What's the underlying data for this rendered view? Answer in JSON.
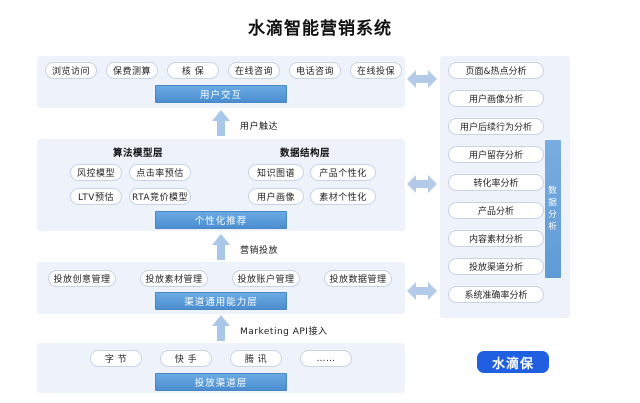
{
  "title": "水滴智能营销系统",
  "layers": [
    {
      "key": "interaction",
      "bar_label": "用户交互",
      "chips": [
        "浏览访问",
        "保费测算",
        "核  保",
        "在线咨询",
        "电话咨询",
        "在线投保"
      ]
    },
    {
      "key": "algorithm",
      "bar_label": "个性化推荐",
      "left_title": "算法模型层",
      "left_chips": [
        "风控模型",
        "点击率预估",
        "LTV预估",
        "RTA竞价模型"
      ],
      "right_title": "数据结构层",
      "right_chips": [
        "知识图谱",
        "产品个性化",
        "用户画像",
        "素材个性化"
      ]
    },
    {
      "key": "channel-ability",
      "bar_label": "渠道通用能力层",
      "chips": [
        "投放创意管理",
        "投放素材管理",
        "投放账户管理",
        "投放数据管理"
      ]
    },
    {
      "key": "channel",
      "bar_label": "投放渠道层",
      "chips": [
        "字  节",
        "快  手",
        "腾  讯",
        "……"
      ]
    }
  ],
  "flow_arrows": [
    {
      "label": "用户触达"
    },
    {
      "label": "营销投放"
    },
    {
      "label": "Marketing API接入"
    }
  ],
  "analysis": {
    "vertical_label": "数据分析",
    "vertical_chars": [
      "数",
      "据",
      "分",
      "析"
    ],
    "items": [
      "页面&热点分析",
      "用户画像分析",
      "用户后续行为分析",
      "用户留存分析",
      "转化率分析",
      "产品分析",
      "内容素材分析",
      "投放渠道分析",
      "系统准确率分析"
    ]
  },
  "logo": {
    "text": "水滴保"
  },
  "colors": {
    "panel_bg": "#eef3fb",
    "bar_blue": "#4b8ed0",
    "arrow_blue": "#a9c7e8",
    "logo_blue": "#1f5fe0"
  }
}
